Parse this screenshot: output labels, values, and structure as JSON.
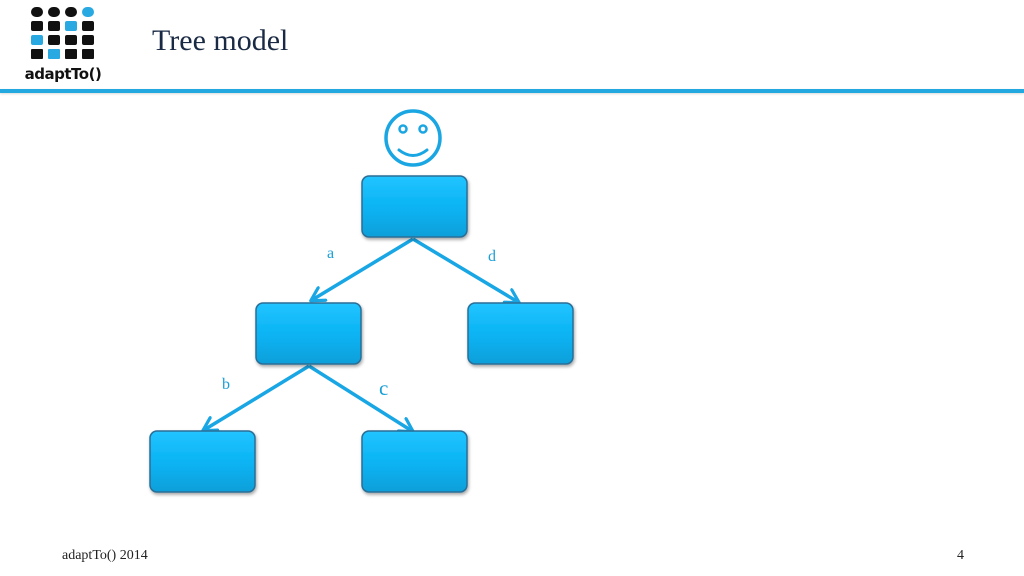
{
  "slide": {
    "title": "Tree model",
    "footer_left": "adaptTo() 2014",
    "page_number": "4"
  },
  "logo": {
    "text": "adaptTo()",
    "icon": "dot-grid-logo"
  },
  "colors": {
    "accent": "#23a8e0",
    "node_fill": "#0ab4f4",
    "node_border": "#2a6e96",
    "edge": "#18a6e4",
    "title": "#1a2a44"
  },
  "diagram": {
    "root_icon": "smiley-icon",
    "nodes": [
      {
        "id": "root"
      },
      {
        "id": "a"
      },
      {
        "id": "d"
      },
      {
        "id": "b"
      },
      {
        "id": "c"
      }
    ],
    "edges": [
      {
        "from": "root",
        "to": "a",
        "label": "a"
      },
      {
        "from": "root",
        "to": "d",
        "label": "d"
      },
      {
        "from": "a",
        "to": "b",
        "label": "b"
      },
      {
        "from": "a",
        "to": "c",
        "label": "c"
      }
    ]
  }
}
